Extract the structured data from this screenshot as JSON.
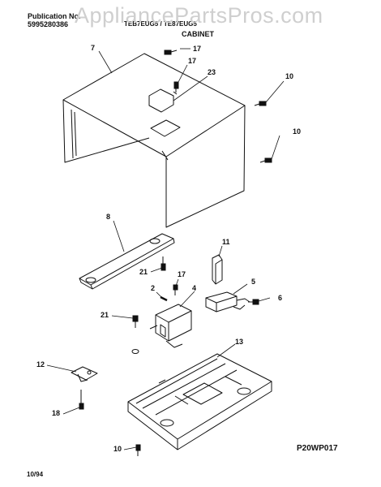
{
  "header": {
    "pub_label": "Publication No.",
    "pub_number": "5995280386",
    "model_line": "TEB7EUG5 / TE87EUG5",
    "section_title": "CABINET"
  },
  "watermark": "AppliancePartsPros.com",
  "callouts": [
    "7",
    "17",
    "17",
    "23",
    "10",
    "10",
    "8",
    "11",
    "21",
    "17",
    "2",
    "4",
    "5",
    "6",
    "21",
    "12",
    "13",
    "18",
    "10"
  ],
  "diagram_ref": "P20WP017",
  "date_code": "10/94",
  "colors": {
    "line": "#111111",
    "watermark": "#cfcfcf"
  }
}
